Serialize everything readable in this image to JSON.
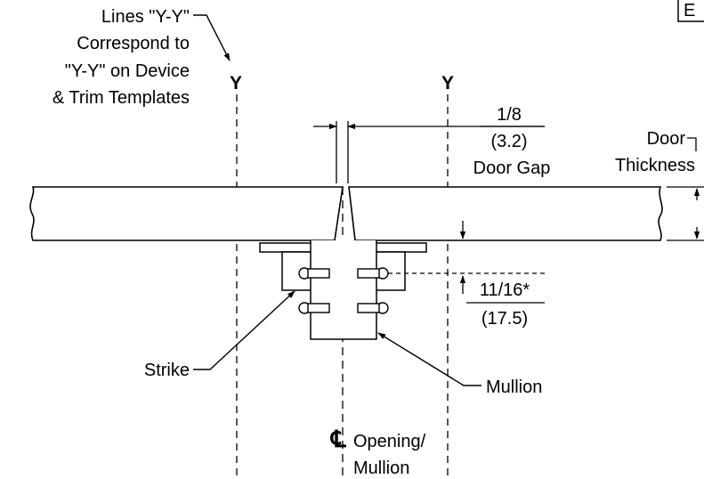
{
  "labels": {
    "lines_yy": [
      "Lines \"Y-Y\"",
      "Correspond to",
      "\"Y-Y\" on Device",
      "& Trim Templates"
    ],
    "y_left": "Y",
    "y_right": "Y",
    "gap_fraction": "1/8",
    "gap_metric": "(3.2)",
    "gap_caption": "Door Gap",
    "door_thickness": [
      "Door",
      "Thickness"
    ],
    "offset_fraction": "11/16*",
    "offset_metric": "(17.5)",
    "strike": "Strike",
    "mullion": "Mullion",
    "centerline_symbol": "℄",
    "centerline_caption": [
      "Opening/",
      "Mullion"
    ],
    "corner_box_fragment": "E"
  }
}
